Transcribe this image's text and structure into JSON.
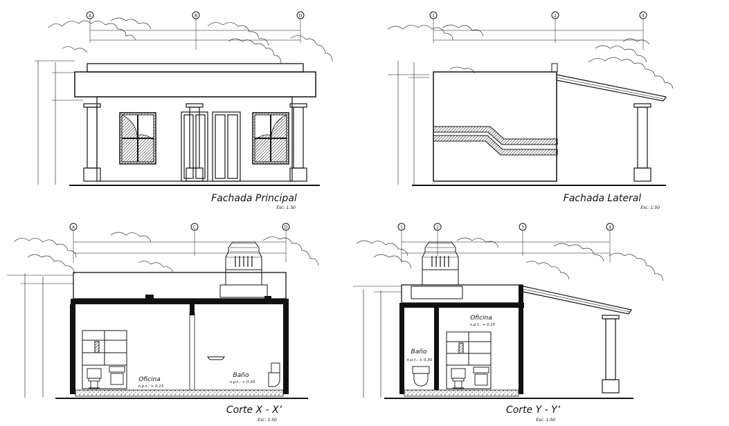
{
  "views": {
    "fachada_principal": {
      "title": "Fachada Principal",
      "scale": "Esc: 1:50",
      "axes": [
        "A",
        "B",
        "D"
      ]
    },
    "fachada_lateral": {
      "title": "Fachada Lateral",
      "scale": "Esc: 1:50",
      "axes": [
        "1",
        "2",
        "4"
      ]
    },
    "corte_x": {
      "title": "Corte X - X’",
      "scale": "Esc: 1:50",
      "axes": [
        "A",
        "C",
        "D"
      ],
      "rooms": [
        {
          "name": "Oficina",
          "level": "n.p.t.: + 0.15"
        },
        {
          "name": "Baño",
          "level": "n.p.t.: + 0.30"
        }
      ]
    },
    "corte_y": {
      "title": "Corte Y - Y’",
      "scale": "Esc: 1:50",
      "axes": [
        "1",
        "2",
        "3",
        "4"
      ],
      "rooms": [
        {
          "name": "Oficina",
          "level": "n.p.t.: + 0.15"
        },
        {
          "name": "Baño",
          "level": "n.p.t.: + 0.30"
        }
      ]
    }
  },
  "colors": {
    "line": "#111111",
    "background": "#ffffff"
  }
}
